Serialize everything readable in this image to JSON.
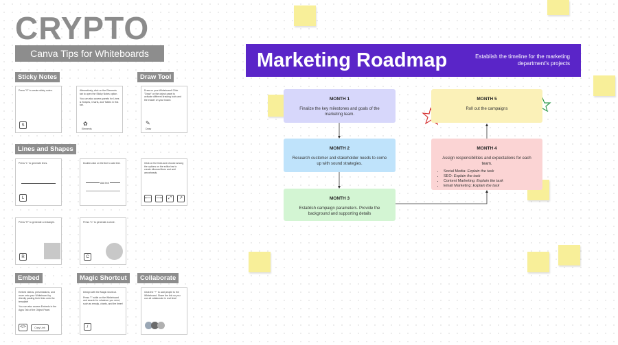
{
  "left_panel": {
    "title": "CRYPTO",
    "subtitle": "Canva Tips for Whiteboards",
    "sections": {
      "sticky_notes": "Sticky Notes",
      "draw_tool": "Draw Tool",
      "lines_shapes": "Lines and Shapes",
      "embed": "Embed",
      "magic_shortcut": "Magic Shortcut",
      "collaborate": "Collaborate"
    },
    "cards": {
      "sticky_1": "Press \"S\" to create sticky notes.",
      "sticky_2a": "Alternatively, click on the Elements tab to open the Sticky Notes option.",
      "sticky_2b": "You can also access panels for Lines & Shapes, Charts, and Tables in this tab.",
      "sticky_2_icon_label": "Elements",
      "draw_1": "Draw on your Whiteboard! Click \"Draw\" on the object panel to activate different drawing tools and the eraser on your board.",
      "draw_icon_label": "Draw",
      "lines_1": "Press \"L\" to generate lines.",
      "lines_2": "Double-click on the line to add text.",
      "lines_2_sample": "Add text",
      "lines_3": "Click on the lines and choose among the options on the editor bar to create elbowed lines and add arrowheads.",
      "shape_r": "Press \"R\" to generate a rectangle.",
      "shape_c": "Press \"C\" to generate a circle.",
      "embed_1": "Embed videos, presentations, and more onto your Whiteboard by directly pasting their links onto the template!",
      "embed_1b": "You can also access Embeds in the Apps Tab of the Object Panel.",
      "embed_copy": "Copy Link",
      "magic_1": "Design with the Magic shortcut.",
      "magic_1b": "Press \"/\" while on the Whiteboard and search for whatever you need, such as emojis, charts, and the timer!",
      "collab_1": "Click the \"+\" to add people to the Whiteboard. Share the link so you can all collaborate in real time!"
    },
    "keys": {
      "s": "S",
      "l": "L",
      "r": "R",
      "c": "C",
      "embed": "</>",
      "magic": "/"
    }
  },
  "roadmap": {
    "title": "Marketing Roadmap",
    "description": "Establish the timeline for the marketing department's projects",
    "months": [
      {
        "label": "MONTH 1",
        "text": "Finalize the key milestones and goals of the marketing team."
      },
      {
        "label": "MONTH 2",
        "text": "Research customer and stakeholder needs to come up with sound strategies."
      },
      {
        "label": "MONTH 3",
        "text": "Establish campaign parameters. Provide the background and supporting details"
      },
      {
        "label": "MONTH 4",
        "text": "Assign responsibilities and expectations for each team.",
        "tasks": [
          {
            "team": "Social Media:",
            "task": "Explain the task"
          },
          {
            "team": "SEO:",
            "task": "Explain the task"
          },
          {
            "team": "Content Marketing:",
            "task": "Explain the task"
          },
          {
            "team": "Email Marketing:",
            "task": "Explain the task"
          }
        ]
      },
      {
        "label": "MONTH 5",
        "text": "Roll out the campaigns"
      }
    ]
  },
  "colors": {
    "header": "#5a25c8",
    "month1": "#d7d7fb",
    "month2": "#bfe3fb",
    "month3": "#d3f5d3",
    "month4": "#fbd4d4",
    "month5": "#fbf1b8",
    "sticky": "#f8ef99",
    "section_label": "#8d8d8d"
  }
}
